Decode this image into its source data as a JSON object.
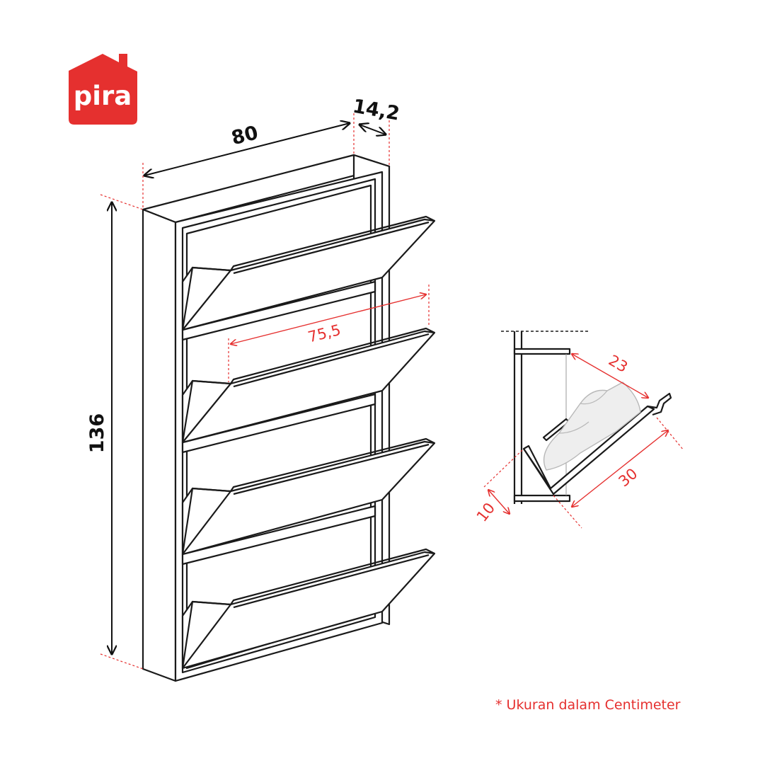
{
  "brand": {
    "logo_text": "pira",
    "color": "#e5302f"
  },
  "dimensions": {
    "width": "80",
    "depth": "14,2",
    "height": "136",
    "inner_width": "75,5",
    "flap_depth": "23",
    "flap_length": "30",
    "base_depth": "10"
  },
  "note": "* Ukuran dalam Centimeter",
  "colors": {
    "outline": "#1a1a1a",
    "dimension_red": "#e5302f",
    "background": "#ffffff"
  }
}
